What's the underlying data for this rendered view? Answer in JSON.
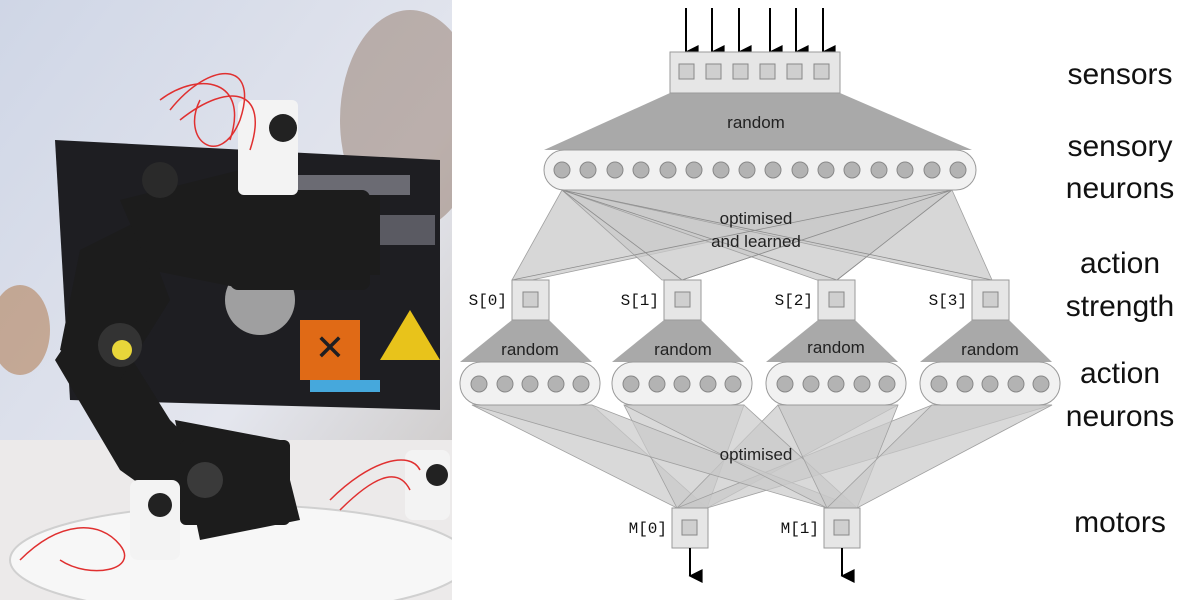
{
  "colors": {
    "funnel_dark": "#a9a9a9",
    "funnel_light": "#cfcfcf",
    "box_fill": "#e6e6e6",
    "neuron_fill": "#b3b3b3",
    "line": "#8c8c8c",
    "photo_bg": "#d9dde6",
    "robot": "#1c1c1c",
    "wire": "#e03030"
  },
  "photo": {
    "alt": "robot arm photo"
  },
  "diagram": {
    "row_labels": {
      "sensors": "sensors",
      "sensory_neurons_1": "sensory",
      "sensory_neurons_2": "neurons",
      "action_strength_1": "action",
      "action_strength_2": "strength",
      "action_neurons_1": "action",
      "action_neurons_2": "neurons",
      "motors": "motors"
    },
    "funnel_labels": {
      "top": "random",
      "middle_1": "optimised",
      "middle_2": "and learned",
      "bottom": "optimised",
      "action": [
        "random",
        "random",
        "random",
        "random"
      ]
    },
    "strength_labels": [
      "S[0]",
      "S[1]",
      "S[2]",
      "S[3]"
    ],
    "motor_labels": [
      "M[0]",
      "M[1]"
    ]
  }
}
